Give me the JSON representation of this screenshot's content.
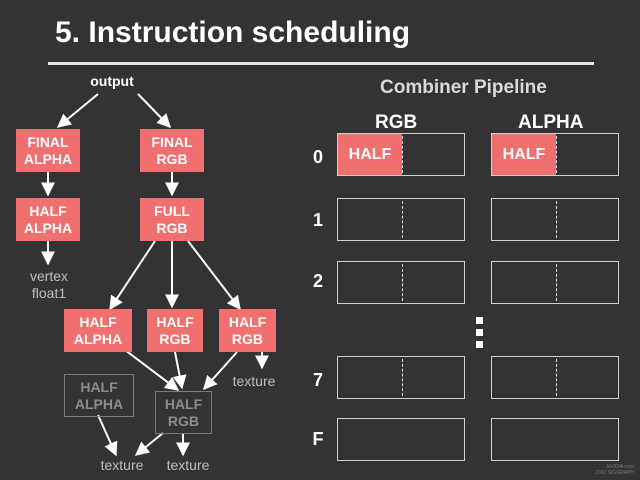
{
  "title": "5. Instruction scheduling",
  "tree": {
    "output": "output",
    "final_alpha": "FINAL\nALPHA",
    "final_rgb": "FINAL\nRGB",
    "half_alpha_top": "HALF\nALPHA",
    "full_rgb": "FULL\nRGB",
    "vertex_float1": "vertex\nfloat1",
    "half_alpha_mid": "HALF\nALPHA",
    "half_rgb_mid1": "HALF\nRGB",
    "half_rgb_mid2": "HALF\nRGB",
    "texture_right": "texture",
    "half_alpha_low": "HALF\nALPHA",
    "half_rgb_low": "HALF\nRGB",
    "texture_bottom_left": "texture",
    "texture_bottom_right": "texture"
  },
  "pipeline": {
    "title": "Combiner Pipeline",
    "rgb_header": "RGB",
    "alpha_header": "ALPHA",
    "stages": [
      "0",
      "1",
      "2",
      "7",
      "F"
    ],
    "stage0_rgb": "HALF",
    "stage0_alpha": "HALF"
  },
  "colors": {
    "background": "#333333",
    "active_node": "#f07070",
    "inactive_node": "#7a7a7a"
  },
  "watermark": "NVIDIA corp\n2002 SIGGRAPH"
}
